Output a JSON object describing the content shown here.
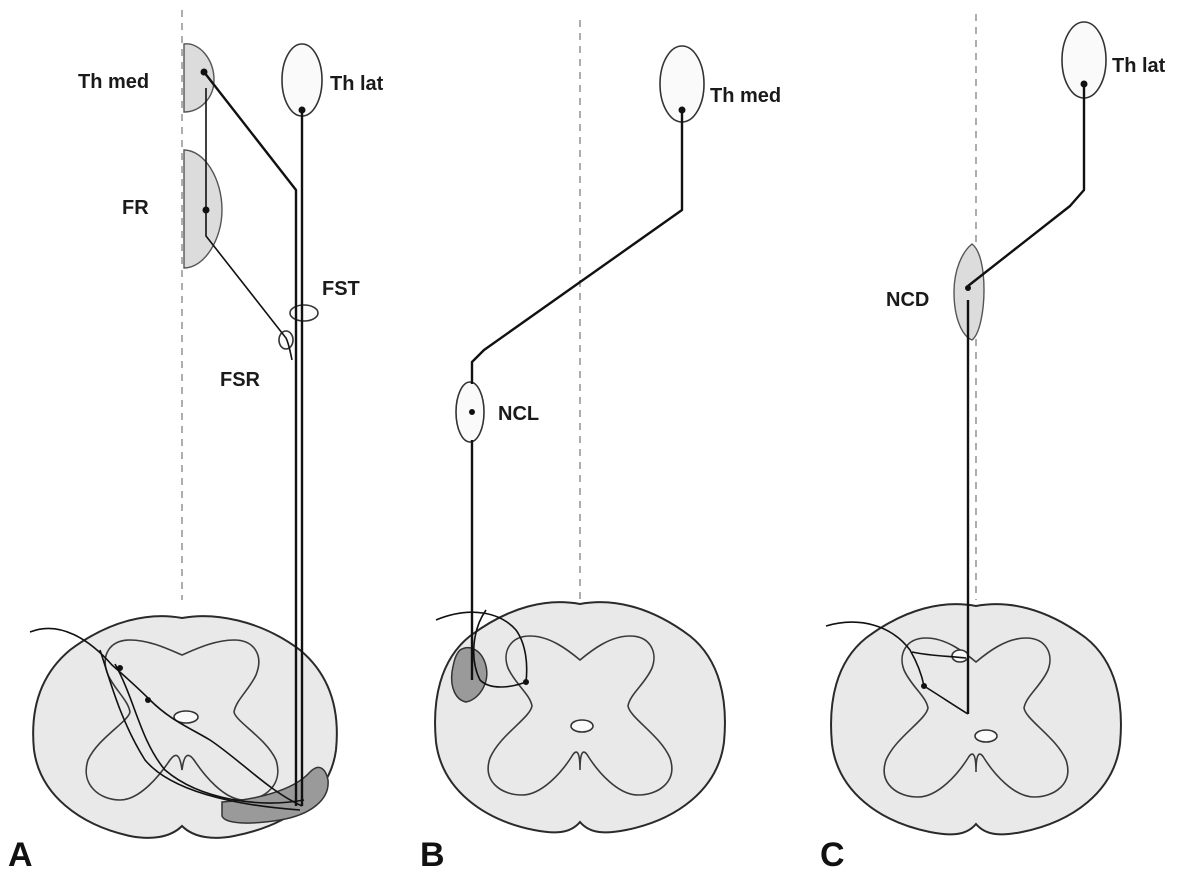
{
  "panels": {
    "a": {
      "letter": "A",
      "labels": {
        "th_med": "Th med",
        "th_lat": "Th lat",
        "fr": "FR",
        "fst": "FST",
        "fsr": "FSR"
      }
    },
    "b": {
      "letter": "B",
      "labels": {
        "th_med": "Th med",
        "ncl": "NCL"
      }
    },
    "c": {
      "letter": "C",
      "labels": {
        "th_lat": "Th lat",
        "ncd": "NCD"
      }
    }
  }
}
